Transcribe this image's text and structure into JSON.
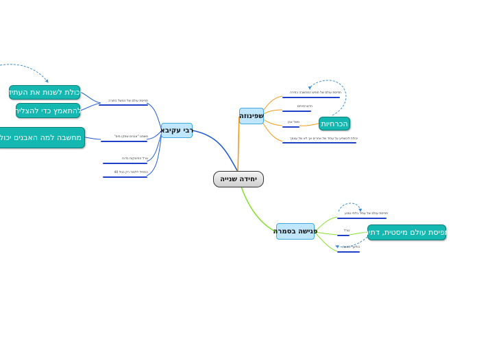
{
  "central": {
    "label": "יחידה שנייה"
  },
  "branches": {
    "rabbi_akiva": {
      "label": "רבי עקיבא",
      "items": [
        "תפיסת עולם של המשל בתורה",
        "משפט \"אבנים שחקו מים\"",
        "גורל התינוקות בדורו",
        "התחיל ללמוד רק בגיל 40"
      ],
      "callouts": [
        "יכולת לשנות את העתיד",
        "להתאמץ כדי להצליח",
        "מחשבה למה האבנים יכולות ש"
      ]
    },
    "spinoza": {
      "label": "שפינוזה",
      "items": [
        "תפיסת עולם של חופש המחשבה בחירה",
        "הדטרמיניזם",
        "משל אבן",
        "יכולת להשפיע על עתיד של אחרים אך לא של עצמך"
      ],
      "callouts": [
        "הכרחיות"
      ]
    },
    "samarkand": {
      "label": "פגישה בסמרה",
      "items": [
        "תפיסת עולם של עתיד בלתי נמנע",
        "גורל",
        "כולאף המוות"
      ],
      "callouts": [
        "תפיסת עולם מיסטית, דתית"
      ]
    }
  },
  "colors": {
    "rabbi_akiva_link": "#1f5bd8",
    "spinoza_link": "#f29a1a",
    "samarkand_link": "#86e030",
    "underline": "#1e40c8",
    "callout_fill": "#14b8b0",
    "relation": "#3f8fd0"
  }
}
